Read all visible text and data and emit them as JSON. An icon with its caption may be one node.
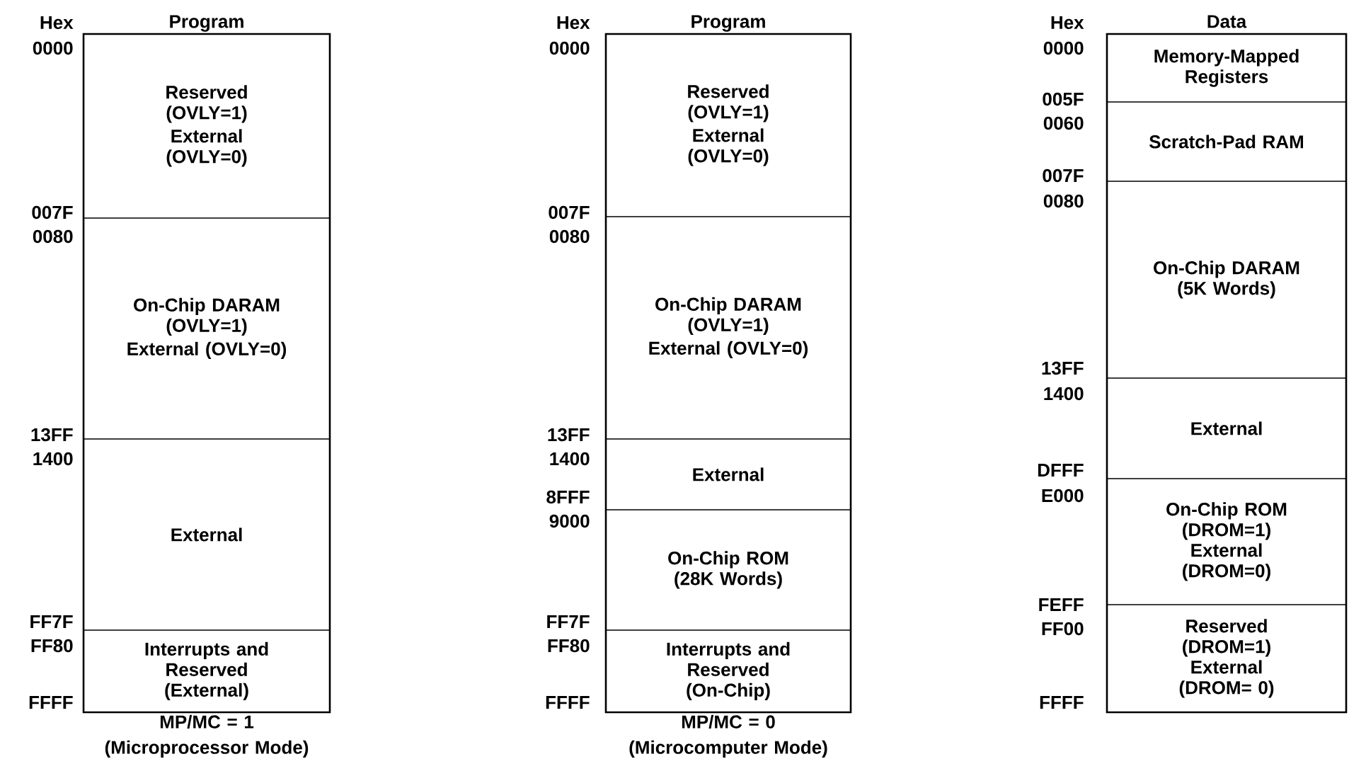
{
  "diagram": {
    "nodes": [
      {
        "text": [
          "Program"
        ],
        "beside": [
          "MP/MC = 1 (Microprocessor Mode)"
        ]
      },
      {
        "text": [
          "Reserved (OVLY=1)",
          "External (OVLY=0)"
        ],
        "in": 0
      },
      {
        "text": [
          "On-Chip DARAM (OVLY=1)",
          "External (OVLY=0)"
        ],
        "in": 0
      },
      {
        "text": [
          "External"
        ],
        "in": 0
      },
      {
        "text": [
          "Interrupts and Reserved (External)"
        ],
        "in": 0
      },
      {
        "text": [
          "Program"
        ],
        "beside": [
          "MP/MC = 0 (Microcomputer Mode)"
        ]
      },
      {
        "text": [
          "Reserved (OVLY=1)",
          "External (OVLY=0)"
        ],
        "in": 5
      },
      {
        "text": [
          "On-Chip DARAM (OVLY=1)",
          "External (OVLY=0)"
        ],
        "in": 5
      },
      {
        "text": [
          "External"
        ],
        "in": 5
      },
      {
        "text": [
          "On-Chip ROM (28K Words)"
        ],
        "in": 5
      },
      {
        "text": [
          "Interrupts and Reserved (On-Chip)"
        ],
        "in": 5
      },
      {
        "text": [
          "Data"
        ]
      },
      {
        "text": [
          "Memory-Mapped Registers"
        ],
        "in": 11
      },
      {
        "text": [
          "Scratch-Pad RAM"
        ],
        "in": 11
      },
      {
        "text": [
          "On-Chip DARAM (5K Words)"
        ],
        "in": 11
      },
      {
        "text": [
          "External"
        ],
        "in": 11
      },
      {
        "text": [
          "On-Chip ROM (DROM=1) External (DROM=0)"
        ],
        "in": 11
      },
      {
        "text": [
          "Reserved (DROM=1) External (DROM= 0)"
        ],
        "in": 11
      }
    ],
    "edges": [],
    "labels": [
      "Hex",
      "0000",
      "007F",
      "0080",
      "13FF",
      "1400",
      "FF7F",
      "FF80",
      "FFFF",
      "Hex",
      "0000",
      "007F",
      "0080",
      "13FF",
      "1400",
      "8FFF",
      "9000",
      "FF7F",
      "FF80",
      "FFFF",
      "Hex",
      "0000",
      "005F",
      "0060",
      "007F",
      "0080",
      "13FF",
      "1400",
      "DFFF",
      "E000",
      "FEFF",
      "FF00",
      "FFFF"
    ]
  }
}
